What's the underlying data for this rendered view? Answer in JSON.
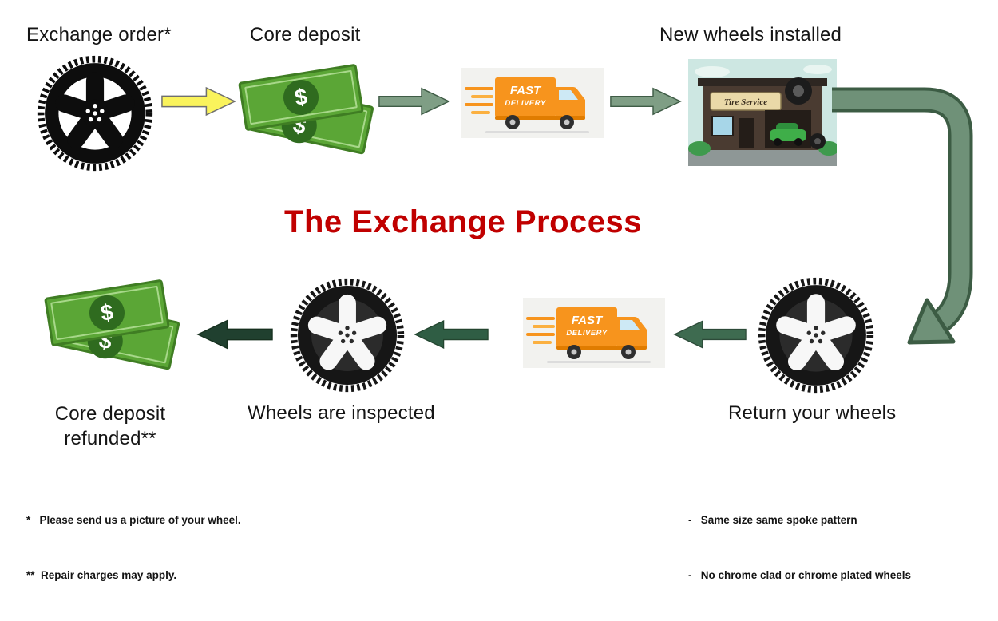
{
  "title": "The Exchange Process",
  "colors": {
    "title_red": "#C00000",
    "arrow_yellow": "#FAF35C",
    "arrow_sage_green": "#7F9E85",
    "arrow_dark_green": "#2F5D44",
    "arrow_darkest_green": "#20402F",
    "money_green": "#5BA636",
    "truck_orange": "#F7941D"
  },
  "steps": {
    "exchange_order": {
      "label": "Exchange order*"
    },
    "core_deposit": {
      "label": "Core deposit"
    },
    "new_wheels_installed": {
      "label": "New wheels installed"
    },
    "return_your_wheels": {
      "label": "Return your wheels"
    },
    "wheels_are_inspected": {
      "label": "Wheels are inspected"
    },
    "core_deposit_refunded": {
      "line1": "Core deposit",
      "line2": "refunded**"
    }
  },
  "truck_graphic": {
    "line1": "FAST",
    "line2": "DELIVERY"
  },
  "shop_graphic": {
    "sign": "Tire Service"
  },
  "money_graphic": {
    "currency_symbol": "$"
  },
  "footnotes_left": [
    "*   Please send us a picture of your wheel.",
    "**  Repair charges may apply."
  ],
  "footnotes_right": [
    "-   Same size same spoke pattern",
    "-   No chrome clad or chrome plated wheels"
  ]
}
